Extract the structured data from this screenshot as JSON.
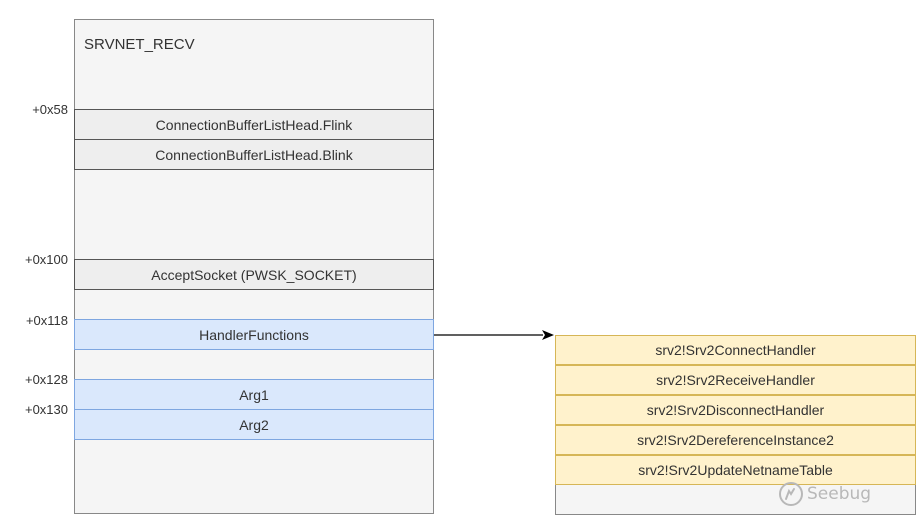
{
  "structure": {
    "title": "SRVNET_RECV",
    "fields": [
      {
        "offset": "+0x58",
        "label": "ConnectionBufferListHead.Flink"
      },
      {
        "offset": "",
        "label": "ConnectionBufferListHead.Blink"
      },
      {
        "offset": "+0x100",
        "label": "AcceptSocket (PWSK_SOCKET)"
      },
      {
        "offset": "+0x118",
        "label": "HandlerFunctions"
      },
      {
        "offset": "+0x128",
        "label": "Arg1"
      },
      {
        "offset": "+0x130",
        "label": "Arg2"
      }
    ]
  },
  "handlers": [
    "srv2!Srv2ConnectHandler",
    "srv2!Srv2ReceiveHandler",
    "srv2!Srv2DisconnectHandler",
    "srv2!Srv2DereferenceInstance2",
    "srv2!Srv2UpdateNetnameTable"
  ],
  "watermark": "Seebug",
  "colors": {
    "struct_fill": "#f5f5f5",
    "gray_field": "#eeeeee",
    "blue_field": "#dae8fc",
    "blue_border": "#7ea6e0",
    "handler_fill": "#fff2cc",
    "handler_border": "#d6b656"
  }
}
